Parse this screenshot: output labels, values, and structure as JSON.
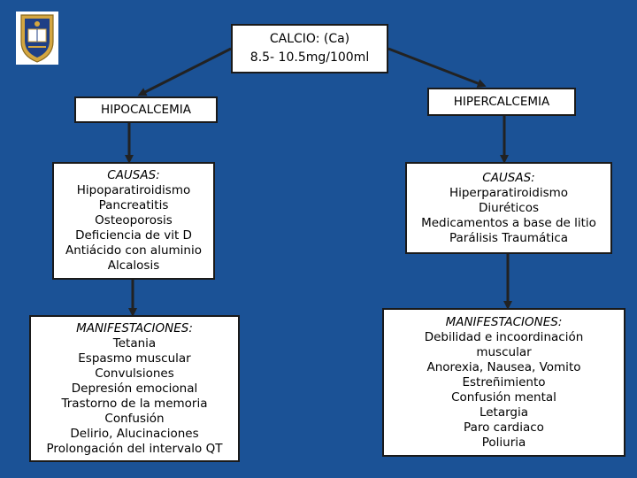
{
  "title_box": {
    "line1": "CALCIO: (Ca)",
    "line2": "8.5- 10.5mg/100ml"
  },
  "left": {
    "header": "HIPOCALCEMIA",
    "causes": {
      "heading": "CAUSAS:",
      "items": [
        "Hipoparatiroidismo",
        "Pancreatitis",
        "Osteoporosis",
        "Deficiencia de vit D",
        "Antiácido con aluminio",
        "Alcalosis"
      ]
    },
    "manifestations": {
      "heading": "MANIFESTACIONES:",
      "items": [
        "Tetania",
        "Espasmo muscular",
        "Convulsiones",
        "Depresión emocional",
        "Trastorno de la memoria",
        "Confusión",
        "Delirio, Alucinaciones",
        "Prolongación del intervalo QT"
      ]
    }
  },
  "right": {
    "header": "HIPERCALCEMIA",
    "causes": {
      "heading": "CAUSAS:",
      "items": [
        "Hiperparatiroidismo",
        "Diuréticos",
        "Medicamentos a base de litio",
        "Parálisis Traumática"
      ]
    },
    "manifestations": {
      "heading": "MANIFESTACIONES:",
      "items": [
        "Debilidad e incoordinación",
        "muscular",
        "Anorexia, Nausea, Vomito",
        "Estreñimiento",
        "Confusión mental",
        "Letargia",
        "Paro cardiaco",
        "Poliuria"
      ]
    }
  },
  "colors": {
    "background": "#1b5296",
    "box": "#ffffff",
    "arrow": "#222222",
    "logo_gold": "#d4a640",
    "logo_blue": "#1f3f86"
  }
}
